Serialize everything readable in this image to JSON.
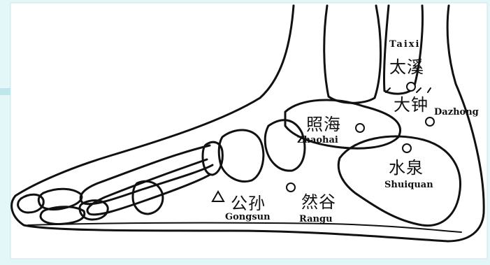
{
  "diagram": {
    "colors": {
      "background": "#e3f7f9",
      "panel": "#ffffff",
      "left_band": "#bfe7eb",
      "ink": "#111111"
    },
    "points": [
      {
        "id": "taixi",
        "zh": "太溪",
        "en": "Taixi",
        "marker": "circle"
      },
      {
        "id": "dazhong",
        "zh": "大钟",
        "en": "Dazhong",
        "marker": "circle"
      },
      {
        "id": "zhaohai",
        "zh": "照海",
        "en": "Zhaohai",
        "marker": "circle"
      },
      {
        "id": "shuiquan",
        "zh": "水泉",
        "en": "Shuiquan",
        "marker": "circle"
      },
      {
        "id": "rangu",
        "zh": "然谷",
        "en": "Rangu",
        "marker": "circle"
      },
      {
        "id": "gongsun",
        "zh": "公孙",
        "en": "Gongsun",
        "marker": "triangle"
      }
    ]
  }
}
